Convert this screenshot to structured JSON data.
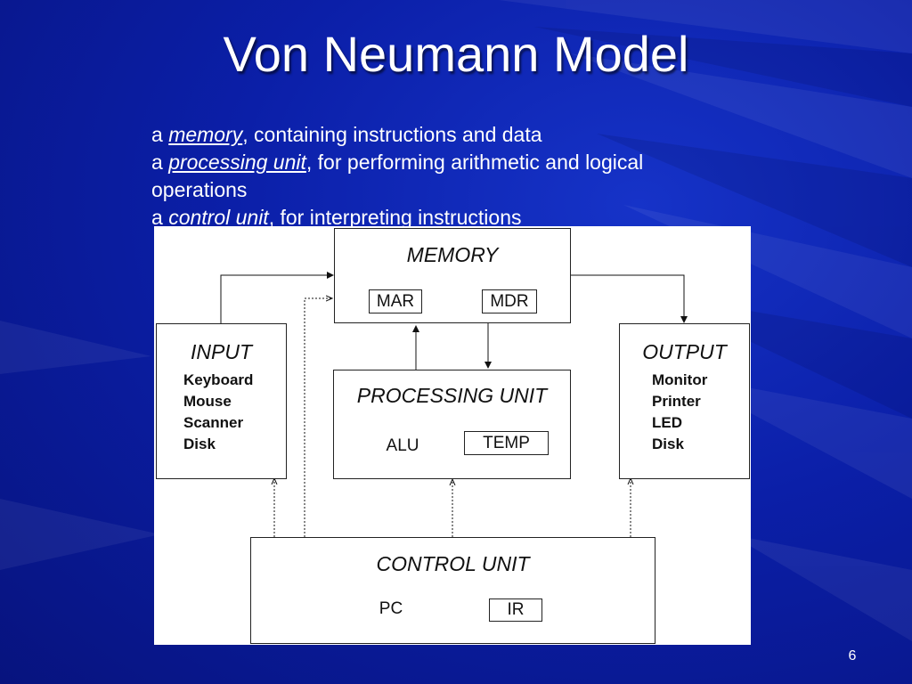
{
  "slide": {
    "title": "Von Neumann Model",
    "page_number": "6",
    "bullets": [
      {
        "prefix": "a ",
        "term": "memory",
        "rest": ", containing instructions and data"
      },
      {
        "prefix": "a ",
        "term": "processing unit",
        "rest": ", for performing arithmetic and logical"
      },
      {
        "prefix": "",
        "term": "",
        "rest": "operations"
      },
      {
        "prefix": "a ",
        "term": "control unit",
        "rest": ", for interpreting instructions"
      }
    ]
  },
  "diagram": {
    "memory": {
      "title": "MEMORY",
      "registers": [
        "MAR",
        "MDR"
      ]
    },
    "processing_unit": {
      "title": "PROCESSING UNIT",
      "alu": "ALU",
      "temp": "TEMP"
    },
    "input": {
      "title": "INPUT",
      "devices": [
        "Keyboard",
        "Mouse",
        "Scanner",
        "Disk"
      ]
    },
    "output": {
      "title": "OUTPUT",
      "devices": [
        "Monitor",
        "Printer",
        "LED",
        "Disk"
      ]
    },
    "control_unit": {
      "title": "CONTROL UNIT",
      "pc": "PC",
      "ir": "IR"
    }
  },
  "colors": {
    "background": "#0b1fa8",
    "text": "#ffffff",
    "diagram_bg": "#ffffff"
  }
}
